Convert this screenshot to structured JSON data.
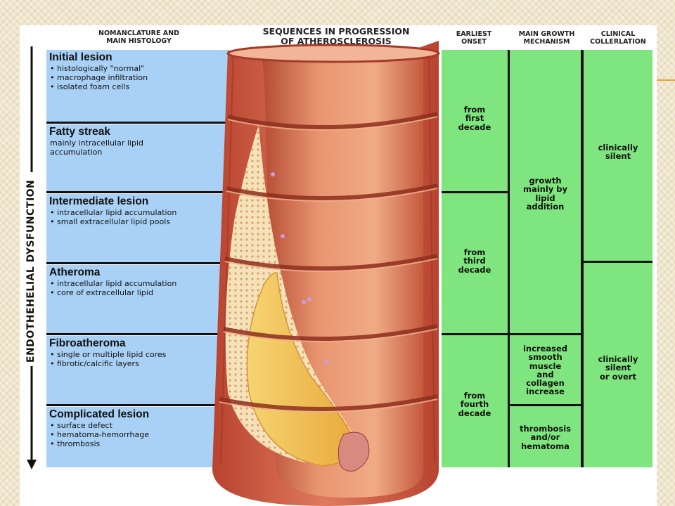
{
  "headers": {
    "nomenclature": "NOMANCLATURE AND\nMAIN HISTOLOGY",
    "sequences": "SEQUENCES IN PROGRESSION\nOF ATHEROSCLEROSIS",
    "onset": "EARLIEST\nONSET",
    "growth": "MAIN GROWTH\nMECHANISM",
    "clinical": "CLINICAL\nCOLLERLATION"
  },
  "side_label": "ENDOTHEHELIAL DYSFUNCTION",
  "rows": [
    {
      "title": "Initial lesion",
      "bullets": [
        "histologically \"normal\"",
        "macrophage infiltration",
        "isolated foam cells"
      ]
    },
    {
      "title": "Fatty streak",
      "plain": "mainly intracellular lipid\naccumulation"
    },
    {
      "title": "Intermediate lesion",
      "bullets": [
        "intracellular lipid accumulation",
        "small extracellular lipid pools"
      ]
    },
    {
      "title": "Atheroma",
      "bullets": [
        "intracellular lipid accumulation",
        "core of extracellular lipid"
      ]
    },
    {
      "title": "Fibroatheroma",
      "bullets": [
        "single or multiple lipid cores",
        "fibrotic/calcific layers"
      ]
    },
    {
      "title": "Complicated lesion",
      "bullets": [
        "surface defect",
        "hematoma-hemorrhage",
        "thrombosis"
      ]
    }
  ],
  "onset": [
    "from\nfirst\ndecade",
    "from\nthird\ndecade",
    "from\nfourth\ndecade"
  ],
  "growth": [
    "growth\nmainly by\nlipid\naddition",
    "increased\nsmooth\nmuscle\nand\ncollagen\nincrease",
    "thrombosis\nand/or\nhematoma"
  ],
  "clinical": [
    "clinically\nsilent",
    "clinically\nsilent\nor overt"
  ],
  "colors": {
    "row_fill": "#a9d0f5",
    "green_fill": "#7fe57f",
    "artery": "#c8503a",
    "lipid": "#f2c04a"
  }
}
